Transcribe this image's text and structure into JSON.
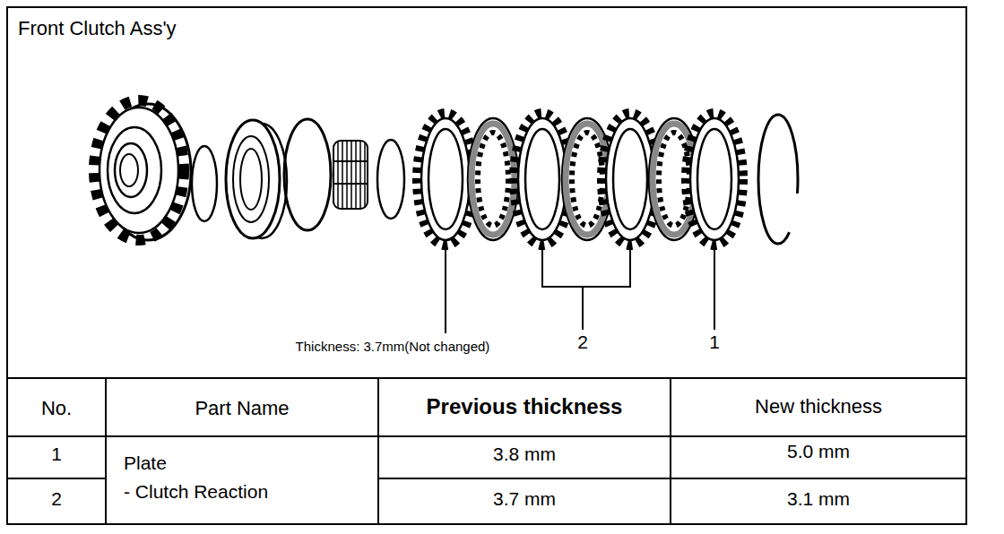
{
  "diagram": {
    "title": "Front Clutch Ass'y",
    "labels": [
      "Thickness: 3.7mm(Not changed)",
      "2",
      "1",
      "No.",
      "Part Name",
      "Previous thickness",
      "New thickness",
      "1",
      "Plate",
      "- Clutch Reaction",
      "3.8 mm",
      "5.0 mm",
      "2",
      "3.7 mm",
      "3.1 mm"
    ]
  }
}
